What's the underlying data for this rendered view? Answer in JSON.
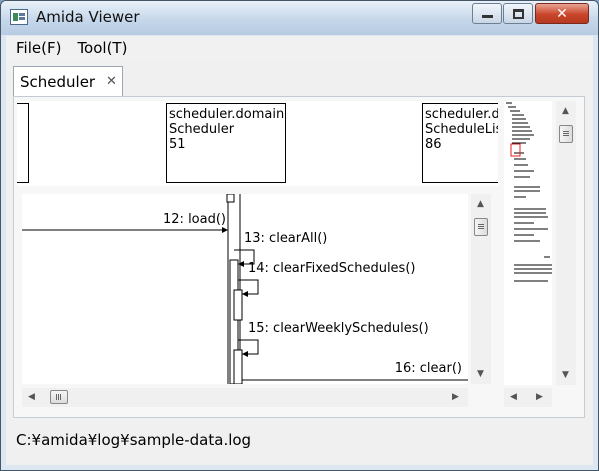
{
  "window": {
    "title": "Amida Viewer",
    "close_glyph": "✕"
  },
  "menu": [
    {
      "label": "File(F)"
    },
    {
      "label": "Tool(T)"
    }
  ],
  "tab": {
    "label": "Scheduler",
    "close_glyph": "✕"
  },
  "lifelines": [
    {
      "line1": "scheduler.domain:",
      "line2": "Scheduler",
      "line3": "51"
    },
    {
      "line1": "scheduler.domain:",
      "line2": "ScheduleList",
      "line3": "86"
    }
  ],
  "messages": [
    {
      "label": "12: load()"
    },
    {
      "label": "13: clearAll()"
    },
    {
      "label": "14: clearFixedSchedules()"
    },
    {
      "label": "15: clearWeeklySchedules()"
    },
    {
      "label": "16: clear()"
    }
  ],
  "scroll_arrows": {
    "up": "▲",
    "down": "▼",
    "left": "◀",
    "right": "▶"
  },
  "status": {
    "path": "C:¥amida¥log¥sample-data.log"
  },
  "colors": {
    "titlebar": "#c6d7ea",
    "close_button": "#c9452a",
    "overview_marker": "#e02020"
  }
}
